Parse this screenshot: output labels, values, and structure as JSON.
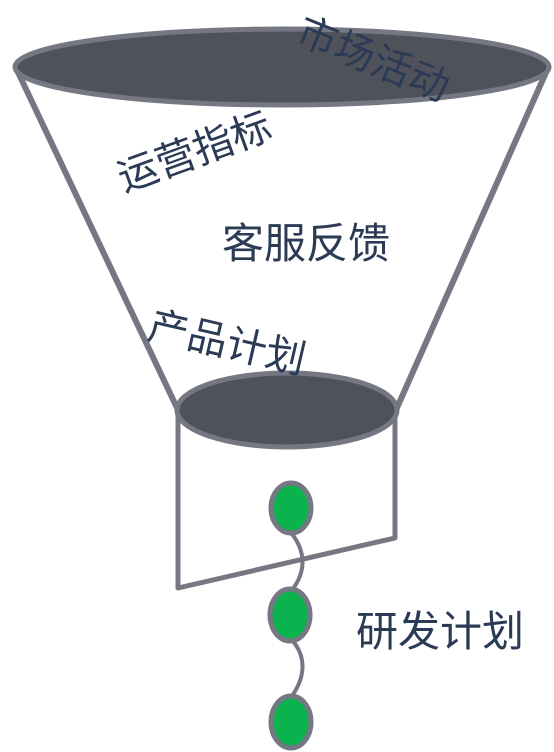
{
  "diagram": {
    "labels": {
      "marketing": "市场活动",
      "operations": "运营指标",
      "customer_service": "客服反馈",
      "product_plan": "产品计划",
      "rd_plan": "研发计划"
    },
    "colors": {
      "outline": "#757782",
      "rim_fill": "#50525b",
      "node_fill": "#0bb34f",
      "text": "#2b3b55",
      "background": "#ffffff"
    }
  }
}
